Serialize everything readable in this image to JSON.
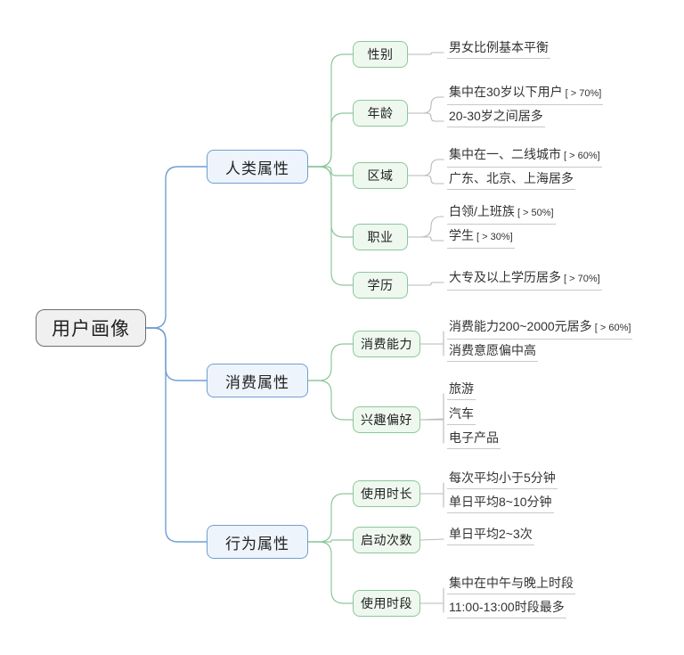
{
  "diagram": {
    "type": "mindmap",
    "title": "用户画像",
    "palette": {
      "root_fill": "#f0f0f0",
      "root_border": "#6f6f6f",
      "branch_fill": "#eef4fb",
      "branch_border": "#6f9fd0",
      "sub_fill": "#eef8ef",
      "sub_border": "#8cc79a",
      "leaf_underline": "#c8c8c8",
      "text": "#333333"
    }
  },
  "root": {
    "label": "用户画像"
  },
  "branches": [
    {
      "label": "人类属性",
      "children": [
        {
          "label": "性别",
          "leaves": [
            {
              "text": "男女比例基本平衡",
              "pct": ""
            }
          ]
        },
        {
          "label": "年龄",
          "leaves": [
            {
              "text": "集中在30岁以下用户",
              "pct": "[ > 70%]"
            },
            {
              "text": "20-30岁之间居多",
              "pct": ""
            }
          ]
        },
        {
          "label": "区域",
          "leaves": [
            {
              "text": "集中在一、二线城市",
              "pct": "[ > 60%]"
            },
            {
              "text": "广东、北京、上海居多",
              "pct": ""
            }
          ]
        },
        {
          "label": "职业",
          "leaves": [
            {
              "text": "白领/上班族",
              "pct": "[ > 50%]"
            },
            {
              "text": "学生",
              "pct": "[ > 30%]"
            }
          ]
        },
        {
          "label": "学历",
          "leaves": [
            {
              "text": "大专及以上学历居多",
              "pct": "[ > 70%]"
            }
          ]
        }
      ]
    },
    {
      "label": "消费属性",
      "children": [
        {
          "label": "消费能力",
          "leaves": [
            {
              "text": "消费能力200~2000元居多",
              "pct": "[ > 60%]"
            },
            {
              "text": "消费意愿偏中高",
              "pct": ""
            }
          ]
        },
        {
          "label": "兴趣偏好",
          "leaves": [
            {
              "text": "旅游",
              "pct": ""
            },
            {
              "text": "汽车",
              "pct": ""
            },
            {
              "text": "电子产品",
              "pct": ""
            }
          ]
        }
      ]
    },
    {
      "label": "行为属性",
      "children": [
        {
          "label": "使用时长",
          "leaves": [
            {
              "text": "每次平均小于5分钟",
              "pct": ""
            },
            {
              "text": "单日平均8~10分钟",
              "pct": ""
            }
          ]
        },
        {
          "label": "启动次数",
          "leaves": [
            {
              "text": "单日平均2~3次",
              "pct": ""
            }
          ]
        },
        {
          "label": "使用时段",
          "leaves": [
            {
              "text": "集中在中午与晚上时段",
              "pct": ""
            },
            {
              "text": "11:00-13:00时段最多",
              "pct": ""
            }
          ]
        }
      ]
    }
  ]
}
